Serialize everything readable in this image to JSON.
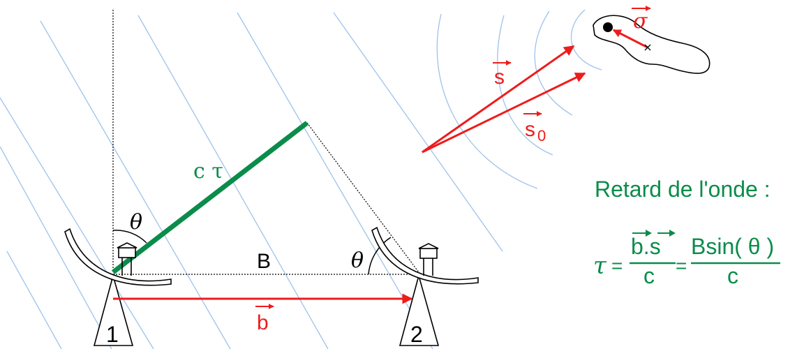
{
  "colors": {
    "wavefront": "#9ec3ea",
    "vector": "#ee1c1c",
    "path_difference": "#0a8c4a",
    "formula": "#0a8c4a",
    "ink": "#000000"
  },
  "labels": {
    "delay": "c τ",
    "angle_left": "θ",
    "angle_right": "θ",
    "baseline": "B",
    "vector_b": "b",
    "vector_s": "s",
    "vector_s0": "s",
    "vector_s0_subscript": "0",
    "vector_sigma": "σ",
    "antenna_1": "1",
    "antenna_2": "2"
  },
  "formula": {
    "heading": "Retard de l'onde :",
    "tau": "τ",
    "equals_1": "=",
    "fraction_1_numerator": "b.s",
    "fraction_1_denominator": "c",
    "equals_2": "=",
    "fraction_2_numerator": "Bsin( θ )",
    "fraction_2_denominator": "c"
  }
}
